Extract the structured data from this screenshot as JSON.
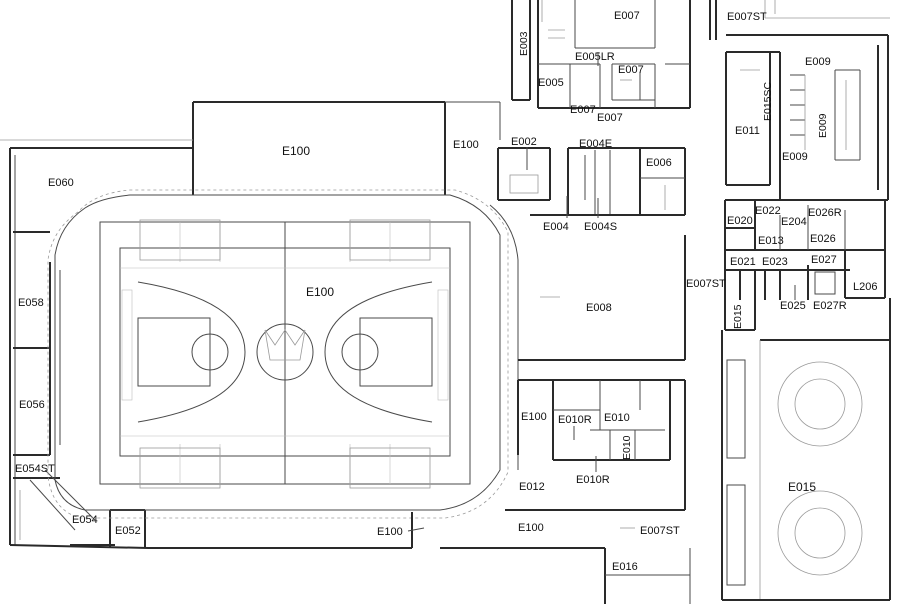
{
  "rooms": {
    "e007_top": "E007",
    "e007st_top": "E007ST",
    "e003": "E003",
    "e005lr": "E005LR",
    "e005": "E005",
    "e007_a": "E007",
    "e007_b": "E007",
    "e007_c": "E007",
    "e009_top": "E009",
    "e015sc": "E015SC",
    "e009_v": "E009",
    "e011": "E011",
    "e009_mid": "E009",
    "e100_top": "E100",
    "e100_right": "E100",
    "e002": "E002",
    "e004e": "E004E",
    "e006": "E006",
    "e060": "E060",
    "e004": "E004",
    "e004s": "E004S",
    "e020": "E020",
    "e022": "E022",
    "e204": "E204",
    "e026r": "E026R",
    "e013": "E013",
    "e026": "E026",
    "e021": "E021",
    "e023": "E023",
    "e027": "E027",
    "e007st_mid": "E007ST",
    "l206": "L206",
    "e100_gym": "E100",
    "e058": "E058",
    "e008": "E008",
    "e015_v": "E015",
    "e025": "E025",
    "e027r": "E027R",
    "e056": "E056",
    "e100_lower": "E100",
    "e010r_a": "E010R",
    "e010_a": "E010",
    "e010_v": "E010",
    "e054st": "E054ST",
    "e010r_b": "E010R",
    "e012": "E012",
    "e015_big": "E015",
    "e054": "E054",
    "e052": "E052",
    "e100_arrow": "E100",
    "e100_bottom": "E100",
    "e007st_bottom": "E007ST",
    "e016": "E016"
  }
}
